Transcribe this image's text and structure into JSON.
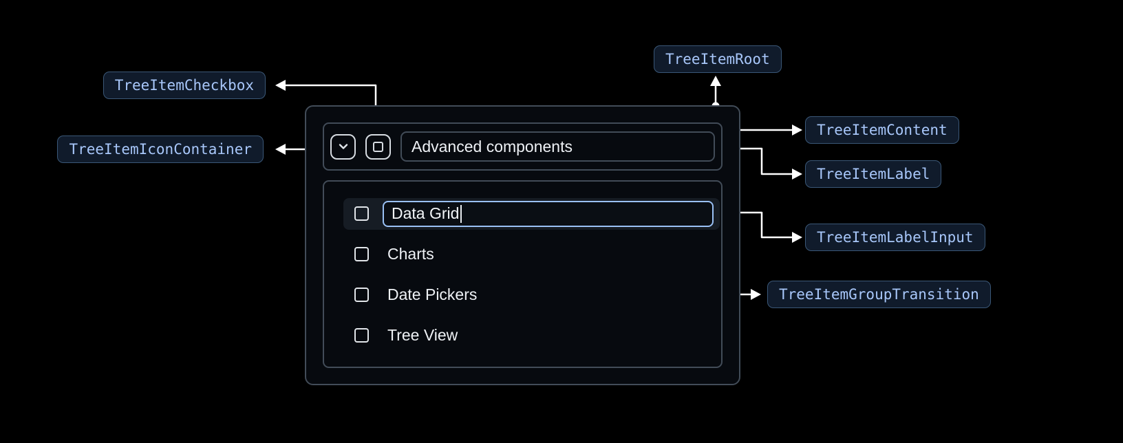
{
  "diagram": {
    "annotations": {
      "root": "TreeItemRoot",
      "content": "TreeItemContent",
      "label": "TreeItemLabel",
      "label_input": "TreeItemLabelInput",
      "group_transition": "TreeItemGroupTransition",
      "checkbox": "TreeItemCheckbox",
      "icon_container": "TreeItemIconContainer"
    }
  },
  "tree": {
    "parent_item": {
      "label": "Advanced components"
    },
    "editing_item": {
      "value": "Data Grid"
    },
    "items": [
      "Charts",
      "Date Pickers",
      "Tree View"
    ]
  },
  "icons": {
    "expand": "chevron-down-icon",
    "parent_checkbox": "indeterminate-checkbox-icon",
    "item_checkbox": "unchecked-checkbox-icon"
  },
  "colors": {
    "background": "#000000",
    "panel_border": "#424c58",
    "panel_background": "#070a0f",
    "text": "#eef1f5",
    "badge_background": "#101b2b",
    "badge_border": "#3b5878",
    "badge_text": "#a8c7fa",
    "connector": "#ffffff",
    "input_focus_border": "#9ac1f6",
    "selected_row_background": "#161c24"
  }
}
